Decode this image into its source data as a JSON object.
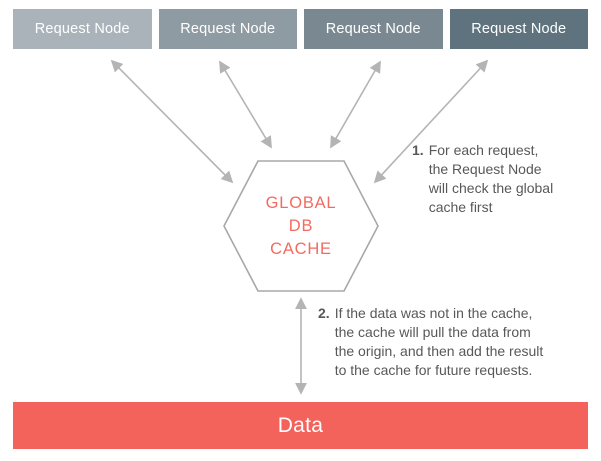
{
  "nodes": [
    {
      "label": "Request Node",
      "color": "#a9b3b9"
    },
    {
      "label": "Request Node",
      "color": "#8f9ba2"
    },
    {
      "label": "Request Node",
      "color": "#7a8991"
    },
    {
      "label": "Request Node",
      "color": "#5f737e"
    }
  ],
  "cache": {
    "label": "GLOBAL\nDB\nCACHE",
    "text_color": "#f26b61"
  },
  "data_bar": {
    "label": "Data",
    "color": "#f4635b",
    "text_color": "#ffffff"
  },
  "annotations": [
    {
      "number": "1.",
      "text": "For each request,\nthe Request Node\nwill check the global\ncache first"
    },
    {
      "number": "2.",
      "text": "If the data was not in the cache,\nthe cache will pull the data from\nthe origin, and then add the result\nto the cache for future requests."
    }
  ],
  "colors": {
    "arrow": "#b4b4b4",
    "hexagon_stroke": "#a8a8a8",
    "annotation_text": "#57585a"
  }
}
